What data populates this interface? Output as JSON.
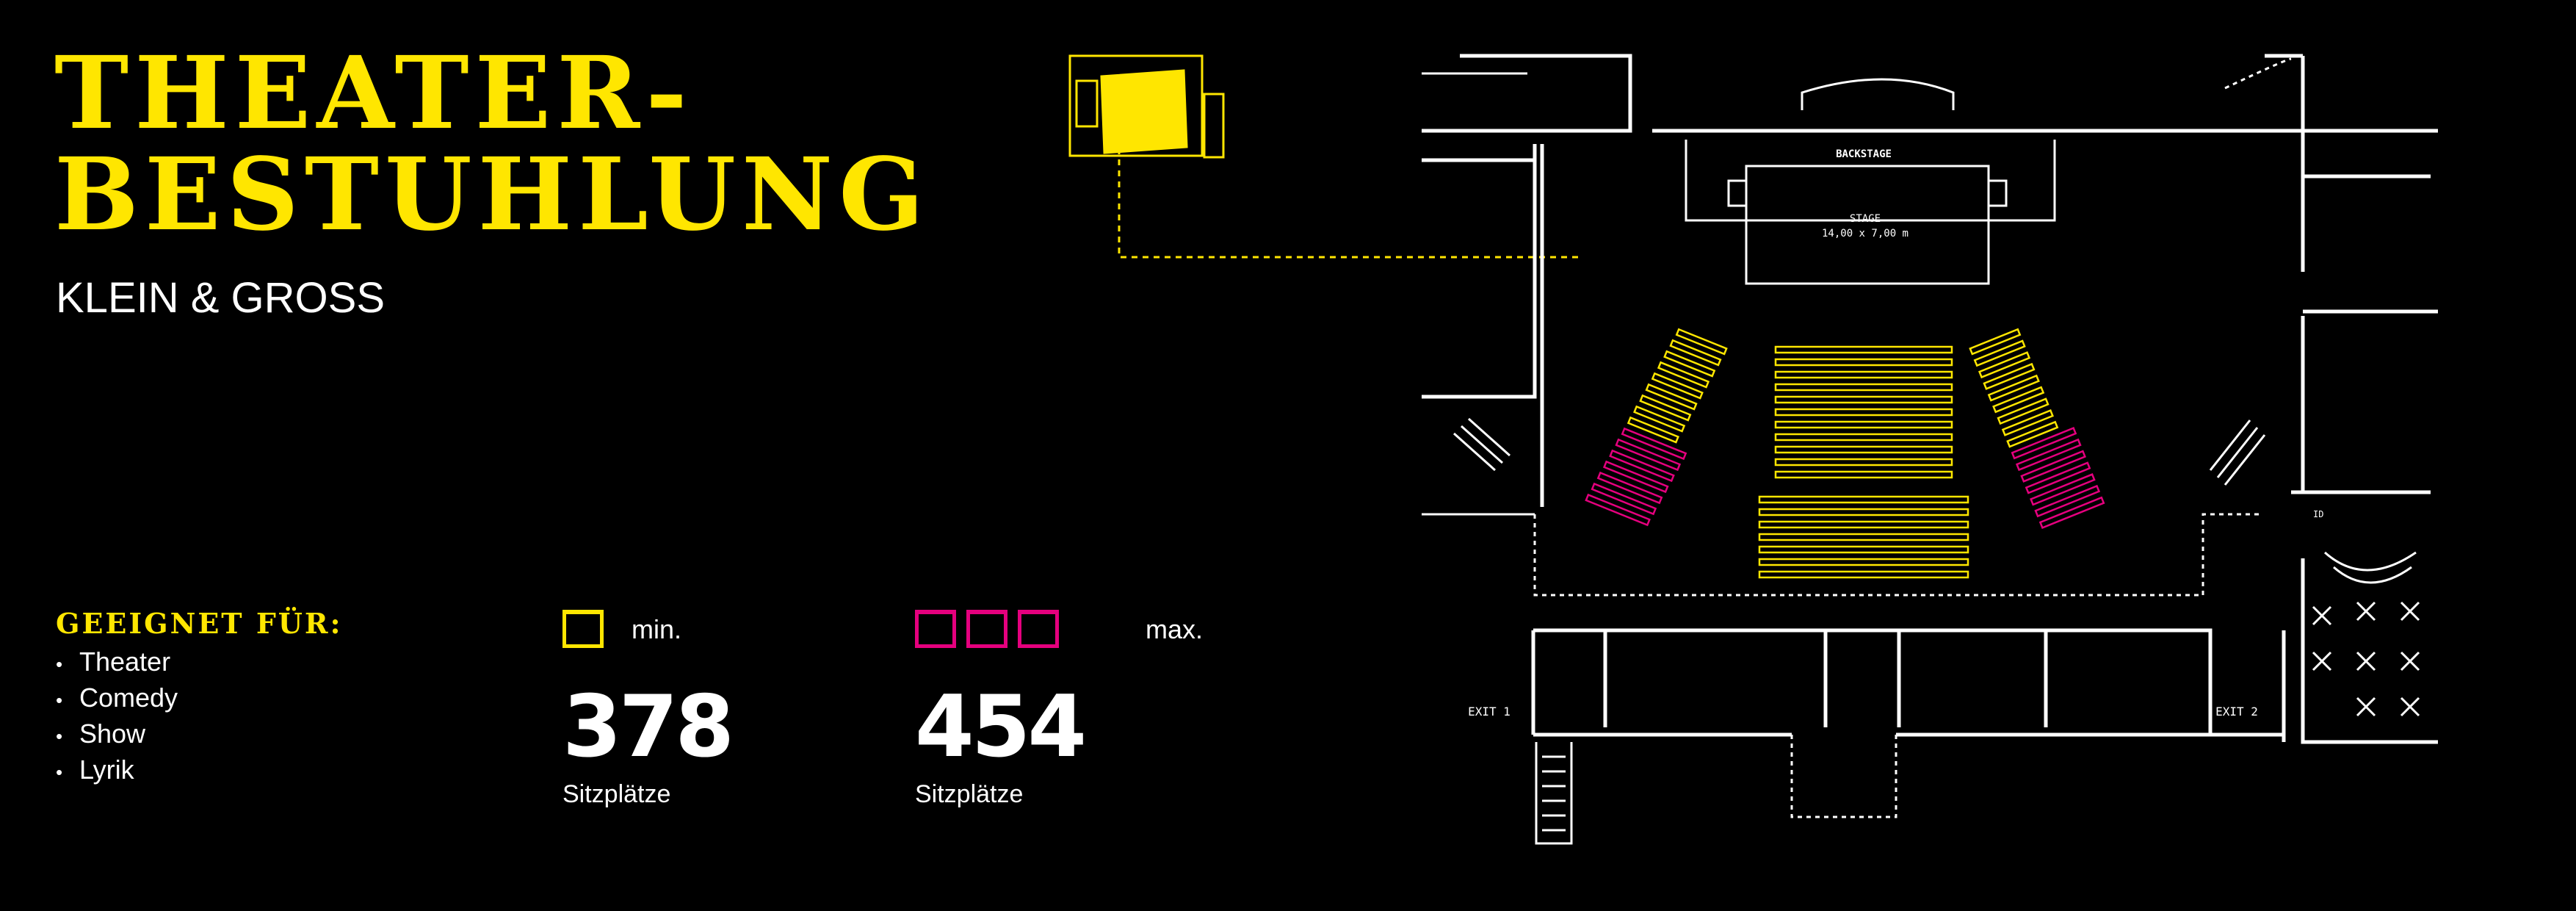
{
  "header": {
    "title_line1": "THEATER-",
    "title_line2": "BESTUHLUNG",
    "subtitle": "KLEIN & GROSS"
  },
  "suitable": {
    "heading": "GEEIGNET FÜR:",
    "items": [
      "Theater",
      "Comedy",
      "Show",
      "Lyrik"
    ]
  },
  "capacity": {
    "min": {
      "label": "min.",
      "value": "378",
      "unit": "Sitzplätze",
      "color": "#ffe600"
    },
    "max": {
      "label": "max.",
      "value": "454",
      "unit": "Sitzplätze",
      "color": "#e5007e"
    }
  },
  "floorplan": {
    "backstage_label": "BACKSTAGE",
    "stage_label": "STAGE",
    "stage_size": "14,00 x 7,00 m",
    "exit1_label": "EXIT 1",
    "exit2_label": "EXIT 2",
    "id_label": "ID",
    "colors": {
      "walls": "#ffffff",
      "min_seating": "#ffe600",
      "extra_seating": "#e5007e"
    }
  }
}
